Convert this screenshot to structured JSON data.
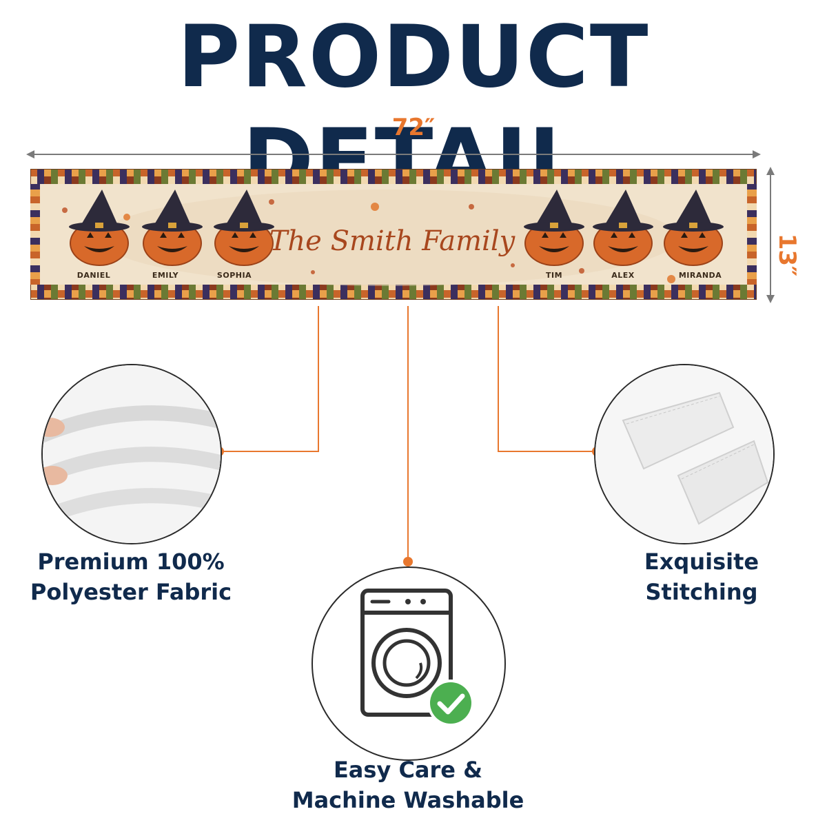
{
  "header": {
    "title": "PRODUCT DETAIL"
  },
  "dimensions": {
    "width": "72″",
    "height": "13″"
  },
  "runner": {
    "family_text": "The Smith Family",
    "names": [
      "DANIEL",
      "EMILY",
      "SOPHIA",
      "TIM",
      "ALEX",
      "MIRANDA"
    ]
  },
  "features": {
    "fabric": {
      "line1": "Premium 100%",
      "line2": "Polyester Fabric"
    },
    "stitching": {
      "line1": "Exquisite",
      "line2": "Stitching"
    },
    "care": {
      "line1": "Easy Care &",
      "line2": "Machine Washable"
    }
  },
  "colors": {
    "title": "#102a4c",
    "accent": "#e8772e",
    "check": "#4caf50"
  },
  "icons": [
    "washing-machine-icon",
    "checkmark-icon"
  ]
}
